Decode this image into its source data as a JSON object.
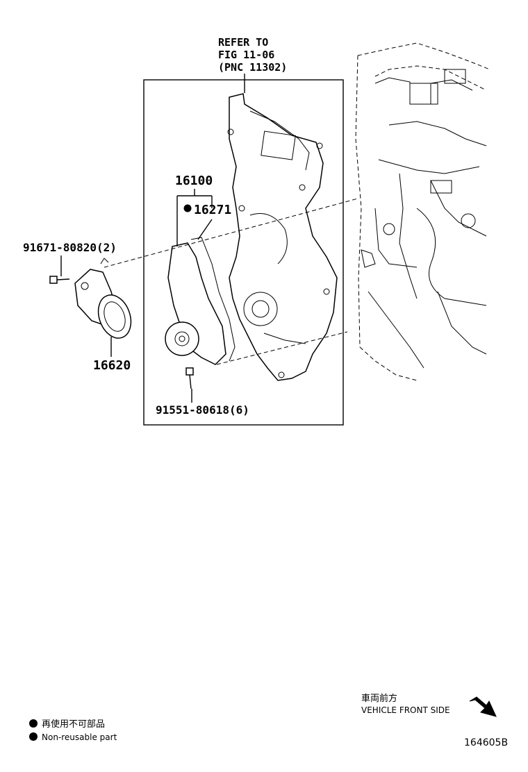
{
  "refer": {
    "line1": "REFER TO",
    "line2": "FIG 11-06",
    "line3": "(PNC 11302)"
  },
  "parts": {
    "p16100": "16100",
    "p16271": "16271",
    "p91671": "91671-80820(2)",
    "p16620": "16620",
    "p91551": "91551-80618(6)"
  },
  "direction": {
    "jp": "車両前方",
    "en": "VEHICLE FRONT SIDE"
  },
  "legend": {
    "jp": "再使用不可部品",
    "en": "Non-reusable part"
  },
  "figure_id": "164605B"
}
